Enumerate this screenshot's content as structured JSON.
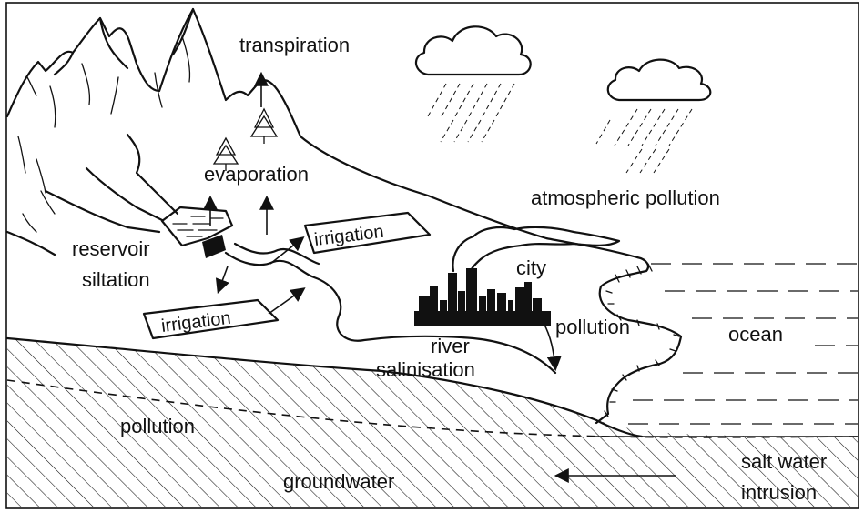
{
  "labels": {
    "transpiration": "transpiration",
    "evaporation": "evaporation",
    "reservoir": "reservoir",
    "siltation": "siltation",
    "irrigation_upper": "irrigation",
    "irrigation_lower": "irrigation",
    "atmospheric_pollution": "atmospheric pollution",
    "city": "city",
    "pollution_city": "pollution",
    "river": "river",
    "salinisation": "salinisation",
    "ocean": "ocean",
    "pollution_ground": "pollution",
    "groundwater": "groundwater",
    "salt_water": "salt water",
    "intrusion": "intrusion"
  },
  "icons": [
    "mountain-icon",
    "tree-icon",
    "cloud-icon",
    "rain-icon",
    "reservoir-icon",
    "dam-icon",
    "city-skyline-icon",
    "smoke-icon",
    "ocean-wave-icon",
    "arrow-icon"
  ],
  "colors": {
    "ink": "#111111",
    "background": "#ffffff"
  }
}
